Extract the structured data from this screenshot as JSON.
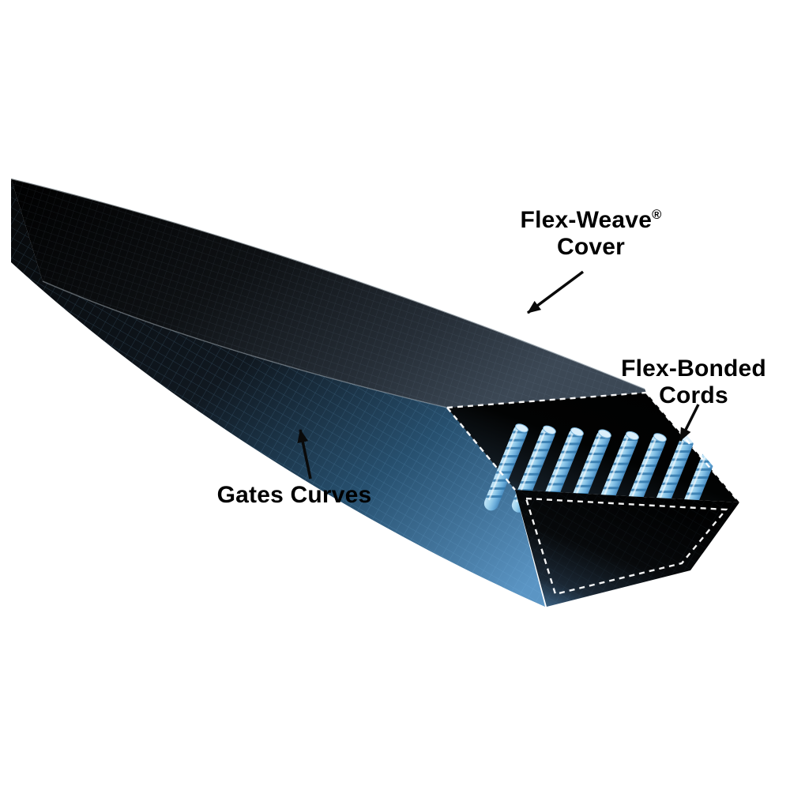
{
  "diagram": {
    "cord_count": 8,
    "colors": {
      "background": "#ffffff",
      "belt_black": "#050607",
      "cord_blue_light": "#c2e5f8",
      "cord_blue_mid": "#8cc6e8",
      "cord_blue_dark": "#4a8cc0",
      "side_blue": "#5b95c4",
      "stitch_white": "#ffffff",
      "label_text": "#000000"
    },
    "labels": {
      "flex_weave": {
        "name": "Flex-Weave",
        "reg": "®",
        "line2": "Cover"
      },
      "flex_bonded": {
        "line1": "Flex-Bonded",
        "line2": "Cords"
      },
      "gates_curves": {
        "text": "Gates Curves"
      }
    }
  }
}
